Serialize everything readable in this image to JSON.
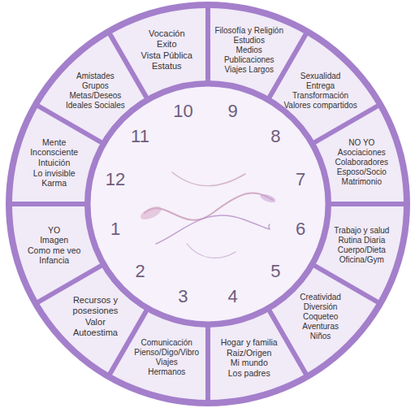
{
  "diagram": {
    "nodes": [
      {
        "text": [
          "Vocación",
          "Exito",
          "Vista Pública",
          "Estatus"
        ]
      },
      {
        "text": [
          "Filosofía y Religión",
          "Estudios",
          "Medios",
          "Publicaciones",
          "Viajes Largos"
        ]
      },
      {
        "text": [
          "Amistades",
          "Grupos",
          "Metas/Deseos",
          "Ideales Sociales"
        ]
      },
      {
        "text": [
          "Sexualidad",
          "Entrega",
          "Transformación",
          "Valores compartidos"
        ]
      },
      {
        "text": [
          "Mente",
          "Inconsciente",
          "Intuición",
          "Lo invisible",
          "Karma"
        ]
      },
      {
        "text": [
          "NO YO",
          "Asociaciones",
          "Colaboradores",
          "Esposo/Socio",
          "Matrimonio"
        ]
      },
      {
        "text": [
          "YO",
          "Imagen",
          "Como me veo",
          "Infancia"
        ]
      },
      {
        "text": [
          "Trabajo y salud",
          "Rutina Diaria",
          "Cuerpo/Dieta",
          "Oficina/Gym"
        ]
      },
      {
        "text": [
          "Recursos y",
          "posesiones",
          "Valor",
          "Autoestima"
        ]
      },
      {
        "text": [
          "Creatividad",
          "Diversión",
          "Coqueteo",
          "Aventuras",
          "Niños"
        ]
      },
      {
        "text": [
          "Comunicación",
          "Pienso/Digo/Vibro",
          "Viajes",
          "Hermanos"
        ]
      },
      {
        "text": [
          "Hogar y familia",
          "Raiz/Origen",
          "Mi mundo",
          "Los padres"
        ]
      }
    ],
    "labels": [
      "1",
      "2",
      "3",
      "4",
      "5",
      "6",
      "7",
      "8",
      "9",
      "10",
      "11",
      "12"
    ]
  }
}
